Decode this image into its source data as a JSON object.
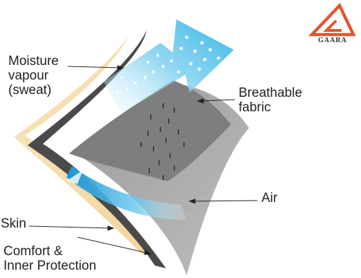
{
  "brand": {
    "name": "GAARA",
    "logo_color": "#E2562A"
  },
  "labels": {
    "moisture": "Moisture\nvapour\n(sweat)",
    "breathable": "Breathable\nfabric",
    "air": "Air",
    "skin": "Skin",
    "comfort": "Comfort &\nInner Protection"
  },
  "colors": {
    "skin_layer": "#F5DDAA",
    "inner_layer": "#4A4A4A",
    "fabric_layer": "#A6A6A6",
    "fabric_panel": "#7E7E7E",
    "vapour_arrow": "#55C2EA",
    "air_flow": "#2FA6DC"
  }
}
